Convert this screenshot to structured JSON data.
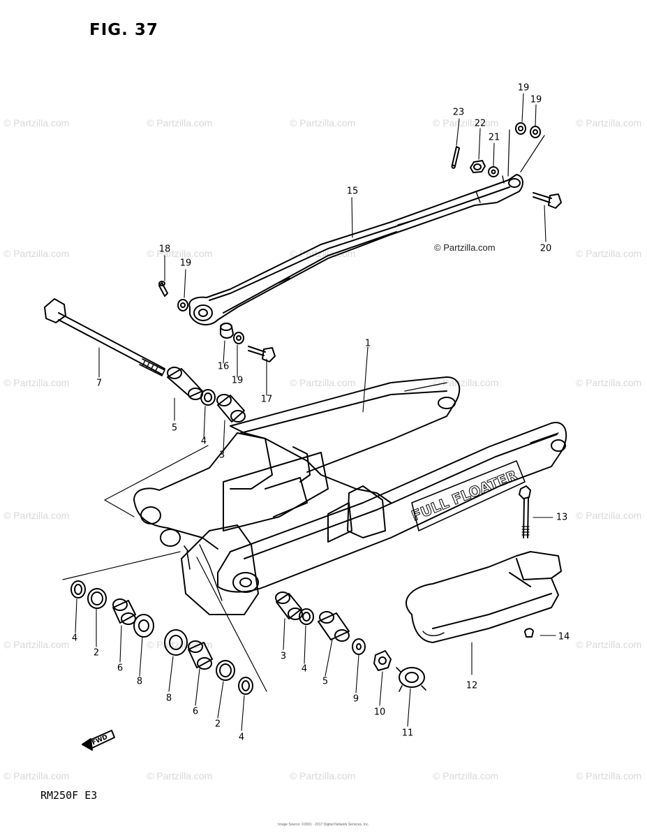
{
  "figure": {
    "title": "FIG. 37",
    "model": "RM250F  E3"
  },
  "watermark": "© Partzilla.com",
  "footer": [
    "Image Source: ©2001 - 2017 Digital Network Services, Inc."
  ],
  "fwd_label": "FWD",
  "logo_text": "FULL FLOATER",
  "part_numbers": {
    "n1": "1",
    "n2a": "2",
    "n2b": "2",
    "n3a": "3",
    "n3b": "3",
    "n4a": "4",
    "n4b": "4",
    "n4c": "4",
    "n4d": "4",
    "n5a": "5",
    "n5b": "5",
    "n6a": "6",
    "n6b": "6",
    "n7": "7",
    "n8a": "8",
    "n8b": "8",
    "n9": "9",
    "n10": "10",
    "n11": "11",
    "n12": "12",
    "n13": "13",
    "n14": "14",
    "n15": "15",
    "n16": "16",
    "n17": "17",
    "n18": "18",
    "n19a": "19",
    "n19b": "19",
    "n19c": "19",
    "n19d": "19",
    "n20": "20",
    "n21": "21",
    "n22": "22",
    "n23": "23"
  }
}
